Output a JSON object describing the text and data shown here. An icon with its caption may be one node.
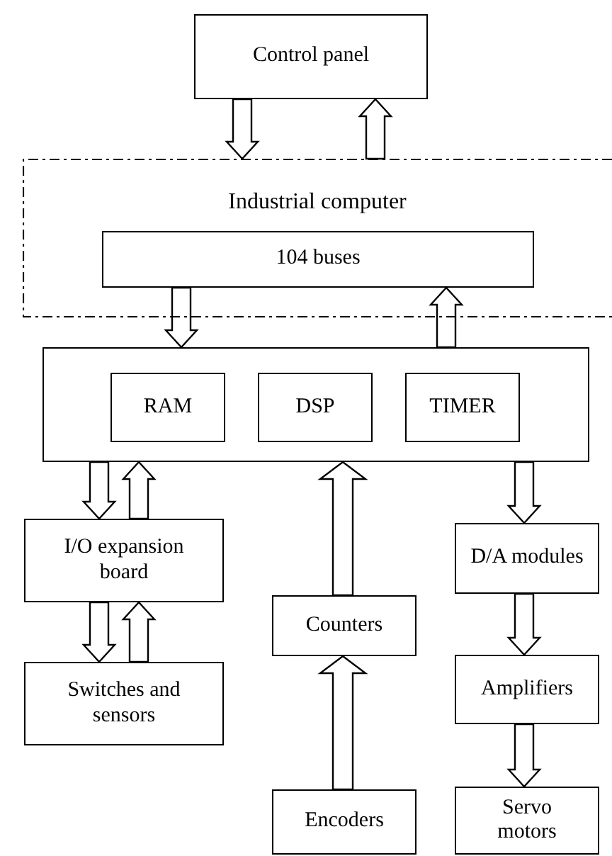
{
  "diagram": {
    "nodes": [
      {
        "text": [
          "Control panel"
        ]
      },
      {
        "text": [
          "Industrial computer"
        ]
      },
      {
        "text": [
          "104 buses"
        ],
        "in": 1
      },
      {
        "text": [],
        "shape": "box"
      },
      {
        "text": [
          "RAM"
        ],
        "in": 3
      },
      {
        "text": [
          "DSP"
        ],
        "in": 3
      },
      {
        "text": [
          "TIMER"
        ],
        "in": 3
      },
      {
        "text": [
          "I/O expansion board"
        ]
      },
      {
        "text": [
          "Switches and sensors"
        ]
      },
      {
        "text": [
          "Counters"
        ]
      },
      {
        "text": [
          "Encoders"
        ]
      },
      {
        "text": [
          "D/A modules"
        ]
      },
      {
        "text": [
          "Amplifiers"
        ]
      },
      {
        "text": [
          "Servo motors"
        ]
      }
    ],
    "edges": [
      {
        "from": 0,
        "to": 1,
        "arrow": "to"
      },
      {
        "from": 1,
        "to": 0,
        "arrow": "to"
      },
      {
        "from": 2,
        "to": 3,
        "arrow": "to"
      },
      {
        "from": 3,
        "to": 2,
        "arrow": "to"
      },
      {
        "from": 3,
        "to": 7,
        "arrow": "to"
      },
      {
        "from": 7,
        "to": 3,
        "arrow": "to"
      },
      {
        "from": 7,
        "to": 8,
        "arrow": "to"
      },
      {
        "from": 8,
        "to": 7,
        "arrow": "to"
      },
      {
        "from": 9,
        "to": 3,
        "arrow": "to"
      },
      {
        "from": 10,
        "to": 9,
        "arrow": "to"
      },
      {
        "from": 3,
        "to": 11,
        "arrow": "to"
      },
      {
        "from": 11,
        "to": 12,
        "arrow": "to"
      },
      {
        "from": 12,
        "to": 13,
        "arrow": "to"
      }
    ]
  }
}
